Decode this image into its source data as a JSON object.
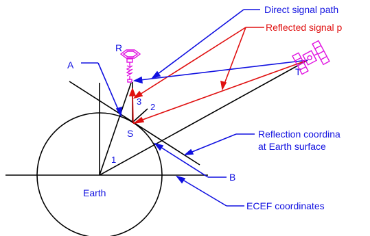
{
  "labels": {
    "direct_signal_path": "Direct signal path",
    "reflected_signal_path": "Reflected signal p",
    "reflection_coordinates_line1": "Reflection coordina",
    "reflection_coordinates_line2": "at Earth surface",
    "ecef_coordinates": "ECEF coordinates",
    "earth": "Earth",
    "point_a": "A",
    "point_b": "B",
    "receiver": "R",
    "transmitter": "T",
    "specular_point": "S",
    "angle_1": "1",
    "angle_2": "2",
    "angle_3": "3"
  },
  "colors": {
    "blue": "#1010e0",
    "red": "#e01010",
    "magenta": "#e010e0",
    "black": "#000000"
  }
}
